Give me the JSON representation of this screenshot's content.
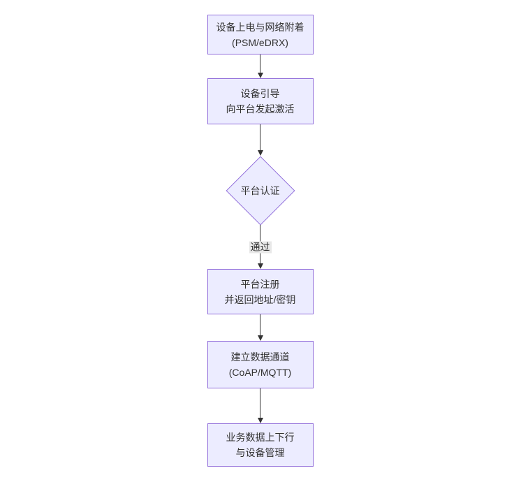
{
  "diagram": {
    "type": "flowchart",
    "direction": "top-down",
    "nodes": [
      {
        "name": "power-attach",
        "shape": "rect",
        "line1": "设备上电与网络附着",
        "line2": "(PSM/eDRX)"
      },
      {
        "name": "bootstrap",
        "shape": "rect",
        "line1": "设备引导",
        "line2": "向平台发起激活"
      },
      {
        "name": "platform-auth",
        "shape": "diamond",
        "line1": "平台认证"
      },
      {
        "name": "register",
        "shape": "rect",
        "line1": "平台注册",
        "line2": "并返回地址/密钥"
      },
      {
        "name": "data-channel",
        "shape": "rect",
        "line1": "建立数据通道",
        "line2": "(CoAP/MQTT)"
      },
      {
        "name": "business-mgmt",
        "shape": "rect",
        "line1": "业务数据上下行",
        "line2": "与设备管理"
      }
    ],
    "edge_labels": {
      "auth_pass": "通过"
    },
    "colors": {
      "node_fill": "#ECECFF",
      "node_border": "#9370DB",
      "text": "#333333",
      "edge": "#333333",
      "edge_label_bg": "#e8e8e8",
      "background": "#ffffff"
    }
  }
}
